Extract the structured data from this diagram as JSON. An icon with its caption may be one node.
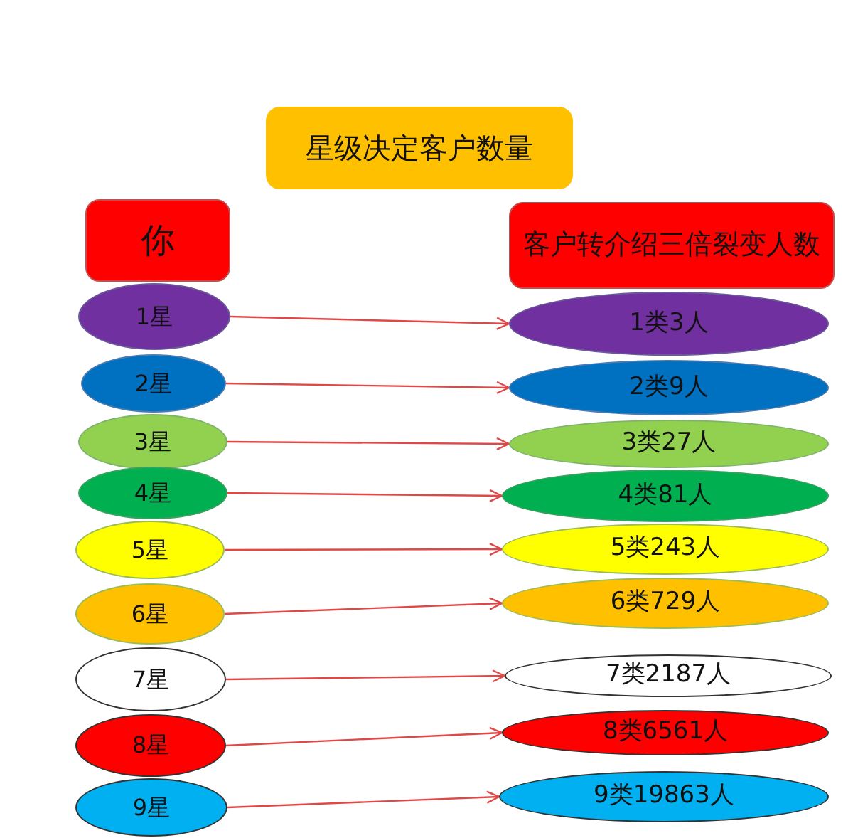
{
  "diagram": {
    "nodes": [
      {
        "text": [
          "星级决定客户数量"
        ]
      },
      {
        "text": [
          "你"
        ]
      },
      {
        "text": [
          "客户转介绍三倍裂变人数"
        ]
      },
      {
        "text": [
          "1星"
        ]
      },
      {
        "text": [
          "1类3人"
        ]
      },
      {
        "text": [
          "2星"
        ]
      },
      {
        "text": [
          "2类9人"
        ]
      },
      {
        "text": [
          "3星"
        ]
      },
      {
        "text": [
          "3类27人"
        ]
      },
      {
        "text": [
          "4星"
        ]
      },
      {
        "text": [
          "4类81人"
        ]
      },
      {
        "text": [
          "5星"
        ]
      },
      {
        "text": [
          "5类243人"
        ]
      },
      {
        "text": [
          "6星"
        ]
      },
      {
        "text": [
          "6类729人"
        ]
      },
      {
        "text": [
          "7星"
        ]
      },
      {
        "text": [
          "7类2187人"
        ]
      },
      {
        "text": [
          "8星"
        ]
      },
      {
        "text": [
          "8类6561人"
        ]
      },
      {
        "text": [
          "9星"
        ]
      },
      {
        "text": [
          "9类19863人"
        ]
      }
    ],
    "edges": [
      {
        "from": 3,
        "to": 4,
        "arrow": "to"
      },
      {
        "from": 5,
        "to": 6,
        "arrow": "to"
      },
      {
        "from": 7,
        "to": 8,
        "arrow": "to"
      },
      {
        "from": 9,
        "to": 10,
        "arrow": "to"
      },
      {
        "from": 11,
        "to": 12,
        "arrow": "to"
      },
      {
        "from": 13,
        "to": 14,
        "arrow": "to"
      },
      {
        "from": 15,
        "to": 16,
        "arrow": "to"
      },
      {
        "from": 17,
        "to": 18,
        "arrow": "to"
      },
      {
        "from": 19,
        "to": 20,
        "arrow": "to"
      }
    ]
  }
}
